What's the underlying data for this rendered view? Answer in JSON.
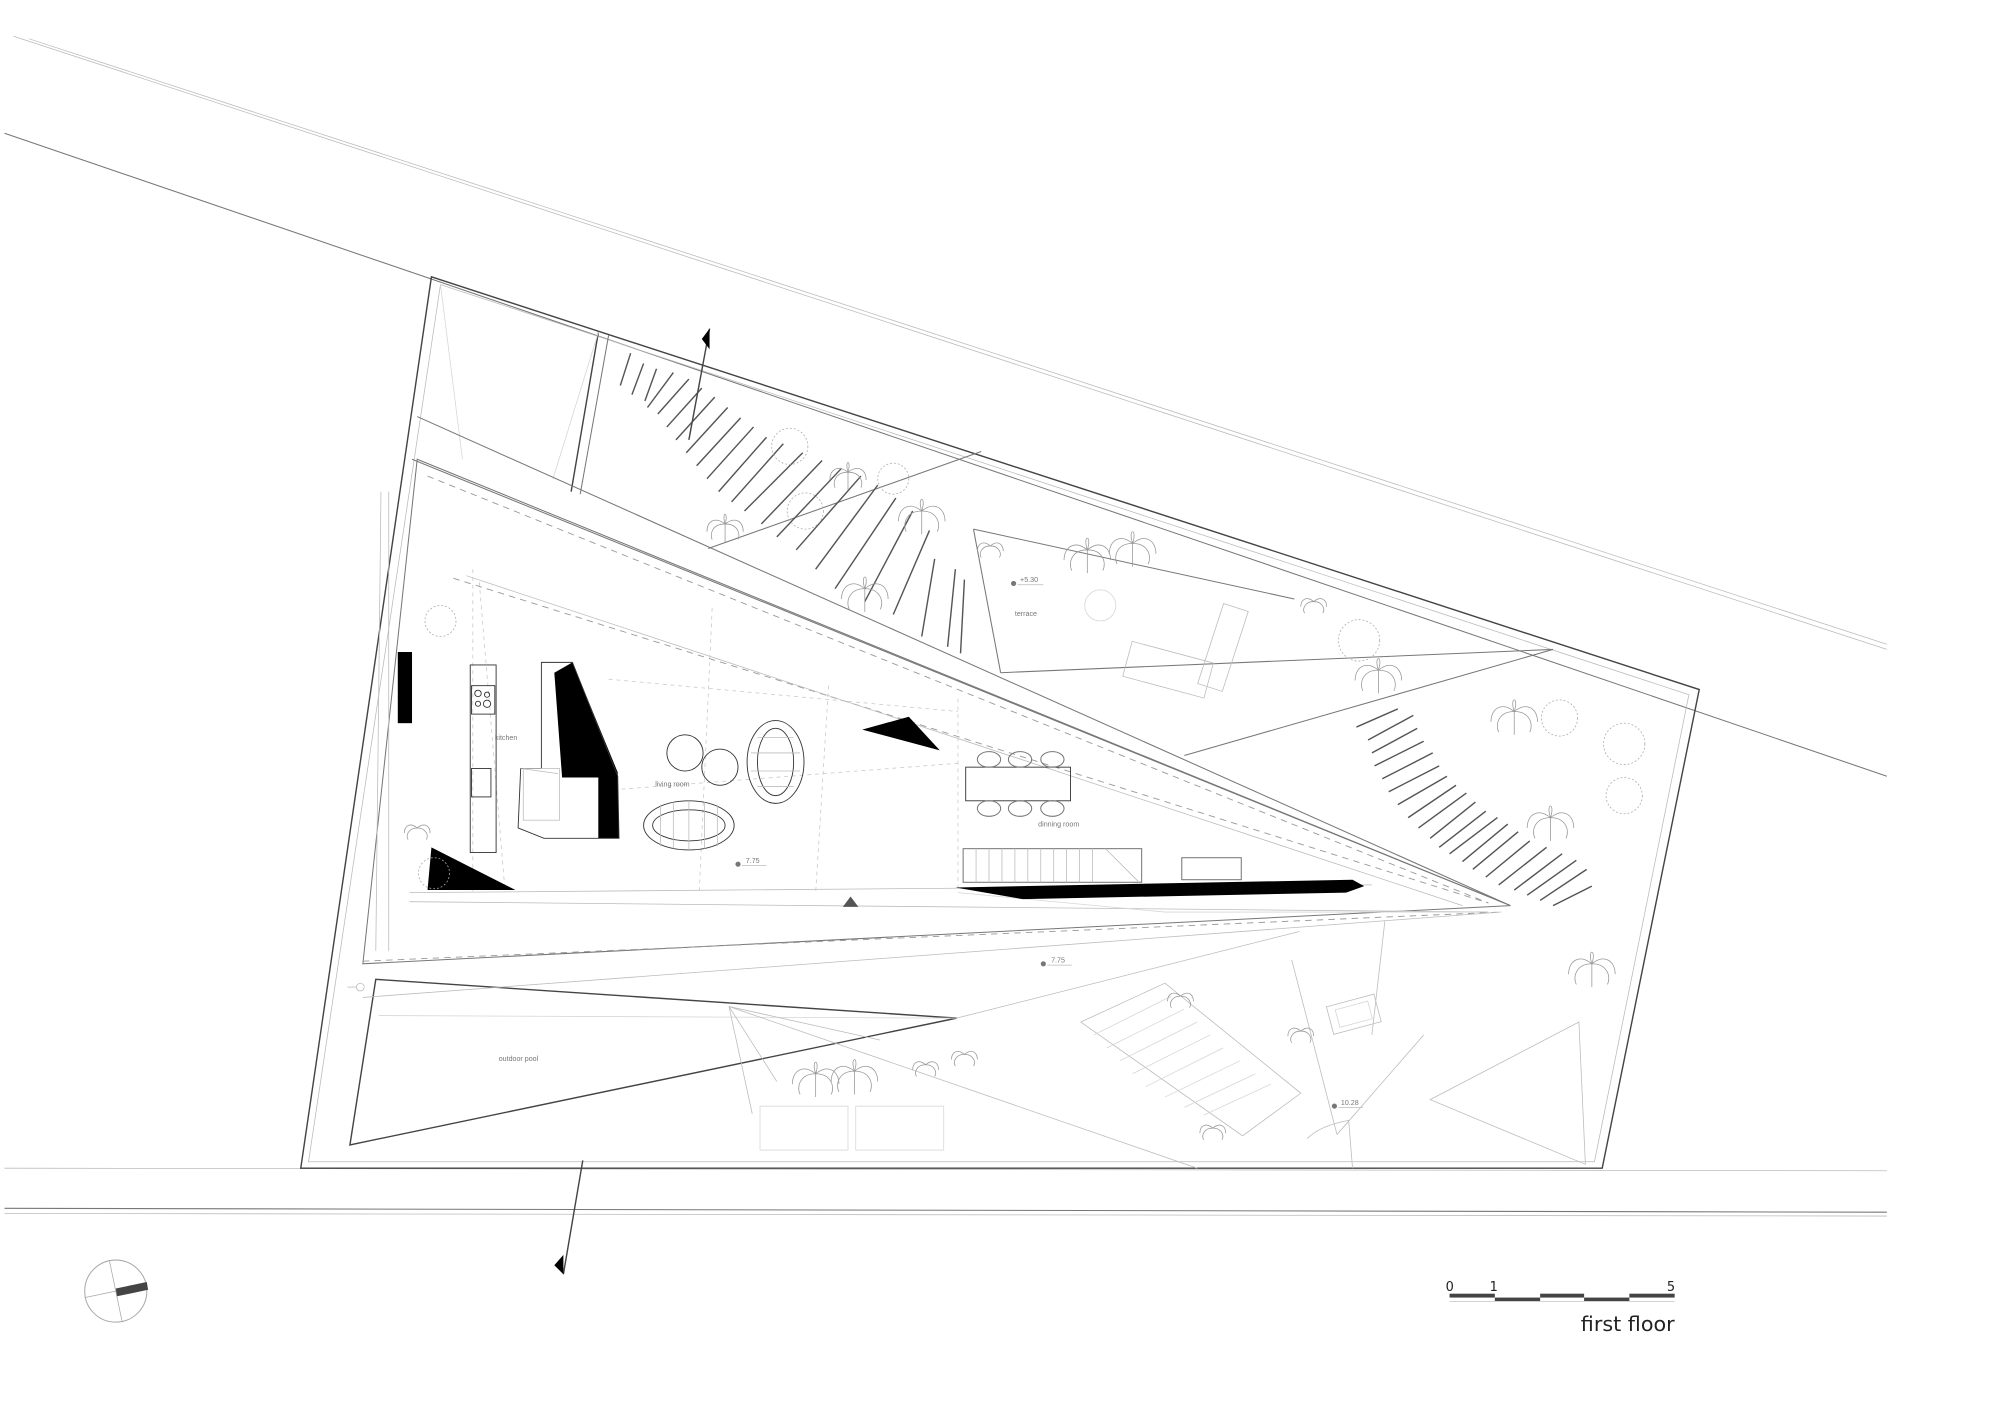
{
  "drawing": {
    "title": "first floor",
    "type": "architectural floor plan"
  },
  "rooms": [
    {
      "id": "kitchen",
      "label": "kitchen"
    },
    {
      "id": "living",
      "label": "living room"
    },
    {
      "id": "dining",
      "label": "dinning room"
    },
    {
      "id": "terrace",
      "label": "terrace"
    },
    {
      "id": "pool",
      "label": "outdoor pool"
    }
  ],
  "levels": [
    {
      "id": "terrace",
      "value": "+5.30"
    },
    {
      "id": "living",
      "value": "7.75"
    },
    {
      "id": "yard",
      "value": "7.75"
    },
    {
      "id": "garden",
      "value": "10.28"
    }
  ],
  "scale_bar": {
    "ticks": [
      "0",
      "1",
      "5"
    ],
    "unit_segments": 5
  },
  "north_arrow": {
    "icon": "north-arrow-icon"
  },
  "section_markers": [
    {
      "id": "section-top",
      "icon": "section-arrow-icon"
    },
    {
      "id": "section-bottom",
      "icon": "section-arrow-icon"
    }
  ],
  "colors": {
    "line": "#444444",
    "solid": "#000000",
    "label": "#777777",
    "background": "#ffffff"
  }
}
